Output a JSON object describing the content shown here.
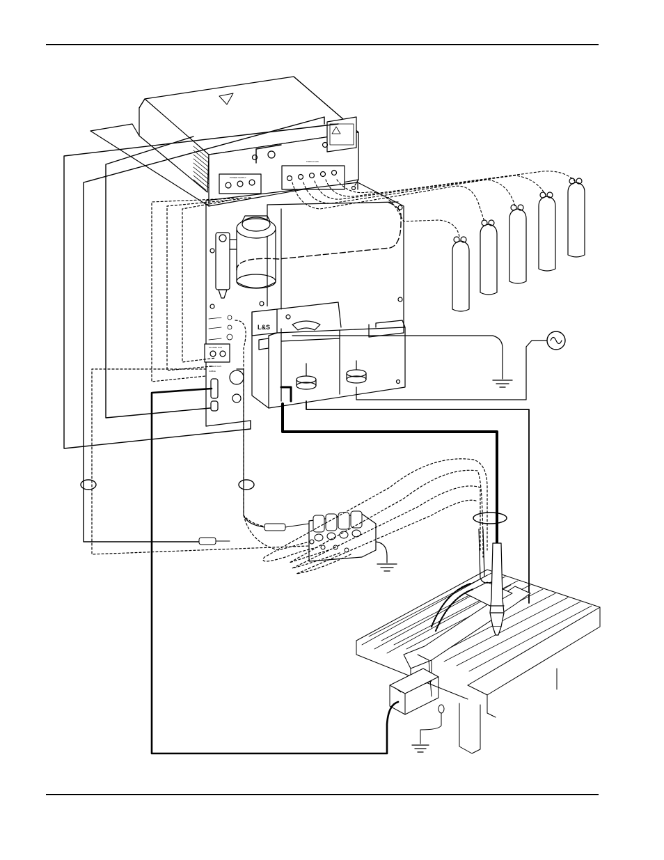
{
  "page": {
    "background": "#ffffff",
    "line_color": "#000000"
  },
  "diagram": {
    "labels": {
      "power_supply_panel": "POWER SUPPLY",
      "torch_gas": "TORCH GAS",
      "cooling_panel_1": "PLASMA GAS",
      "cooling_panel_2": "SHIELD GAS",
      "cooling_panel_3": "CABLE",
      "unit_mark": "L&S"
    },
    "components": [
      {
        "id": "power-supply",
        "icon": "power-supply-box"
      },
      {
        "id": "gas-console",
        "icon": "gas-console-box"
      },
      {
        "id": "filter-bowl",
        "icon": "coolant-filter-icon"
      },
      {
        "id": "ignition-console",
        "icon": "ignition-console-box"
      },
      {
        "id": "gas-cylinders",
        "count": 5,
        "icon": "gas-cylinder-icon"
      },
      {
        "id": "ac-source",
        "icon": "ac-sine-symbol"
      },
      {
        "id": "valve-manifold",
        "icon": "solenoid-manifold-icon"
      },
      {
        "id": "cutting-table",
        "icon": "cutting-table-icon"
      },
      {
        "id": "torch",
        "icon": "plasma-torch-icon"
      },
      {
        "id": "ground-symbols",
        "count": 3,
        "icon": "earth-ground-symbol"
      }
    ]
  }
}
